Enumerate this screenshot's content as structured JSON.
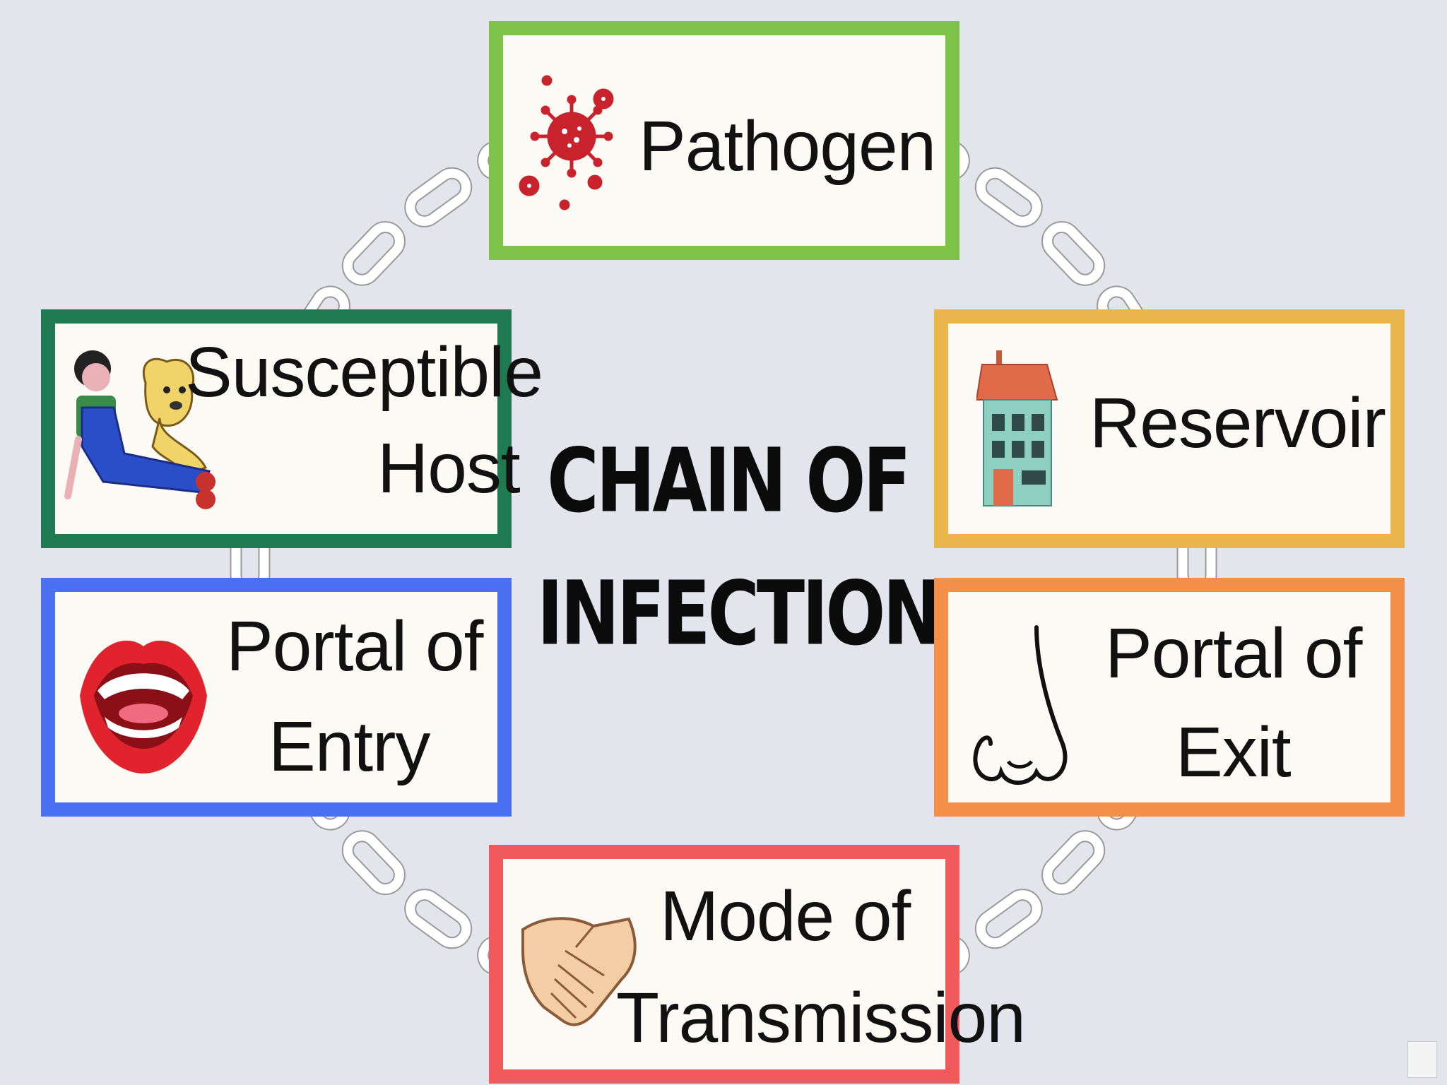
{
  "title": {
    "line1": "CHAIN OF",
    "line2": "INFECTION"
  },
  "cards": {
    "pathogen": {
      "label": "Pathogen",
      "border": "#7dc34a"
    },
    "reservoir": {
      "label": "Reservoir",
      "border": "#eab54a"
    },
    "portal_exit": {
      "line1": "Portal of",
      "line2": "Exit",
      "border": "#f48f4a"
    },
    "mode_transmission": {
      "line1": "Mode of",
      "line2": "Transmission",
      "border": "#f15a5a"
    },
    "portal_entry": {
      "line1": "Portal of",
      "line2": "Entry",
      "border": "#4a6ff0"
    },
    "susceptible_host": {
      "line1": "Susceptible",
      "line2": "Host",
      "border": "#1f7a52"
    }
  },
  "icons": {
    "pathogen": "virus-icon",
    "reservoir": "house-icon",
    "portal_exit": "nose-icon",
    "mode_transmission": "handshake-icon",
    "portal_entry": "mouth-icon",
    "susceptible_host": "child-and-dog-icon"
  }
}
